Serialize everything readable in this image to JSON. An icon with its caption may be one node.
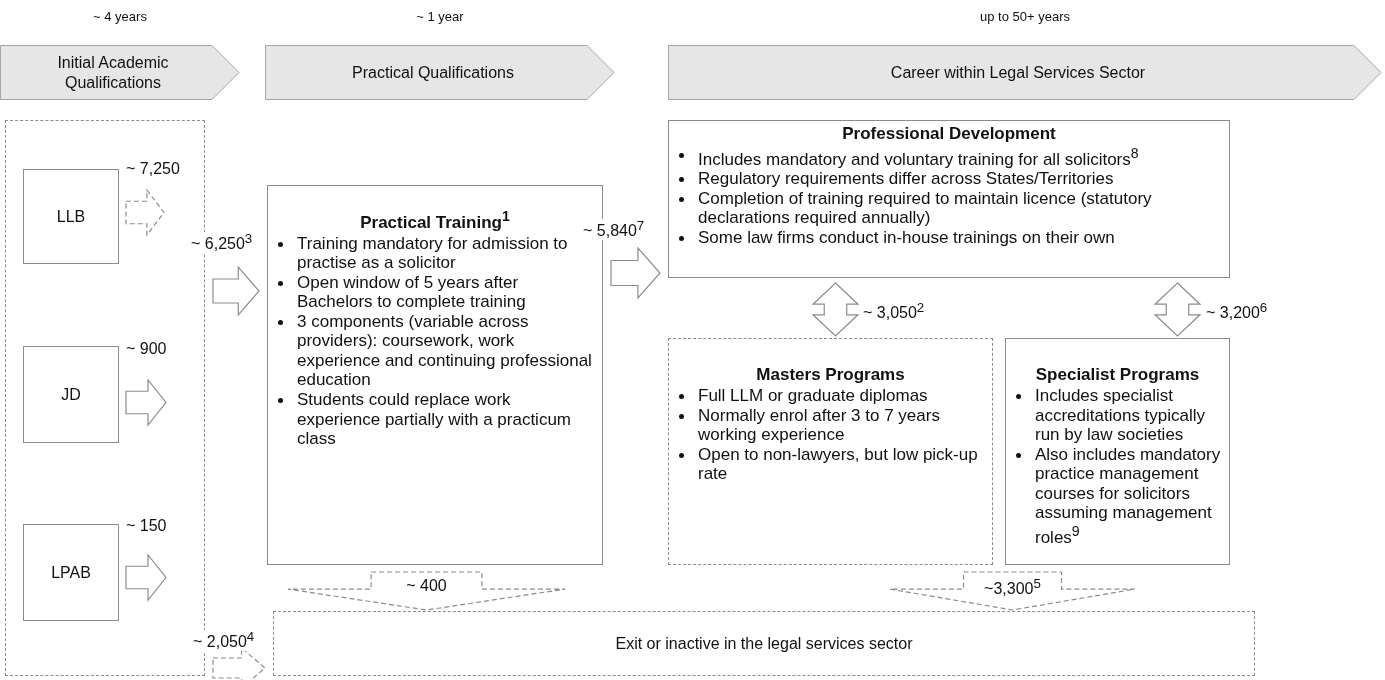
{
  "diagram": {
    "nodes": [
      {
        "text": [
          "Initial Academic Qualifications"
        ],
        "beside": [
          "~ 4 years"
        ]
      },
      {
        "text": [
          "Practical Qualifications"
        ],
        "beside": [
          "~ 1 year"
        ]
      },
      {
        "text": [
          "Career within Legal Services Sector"
        ],
        "beside": [
          "up to 50+ years"
        ]
      },
      {
        "text": [],
        "shape": "box"
      },
      {
        "text": [
          "LLB"
        ],
        "in": 3
      },
      {
        "text": [
          "JD"
        ],
        "in": 3
      },
      {
        "text": [
          "LPAB"
        ],
        "in": 3
      },
      {
        "text": [
          "Practical Training$^{1}$",
          "Training mandatory for admission to practise as a solicitor",
          "Open window of 5 years after Bachelors to complete training",
          "3 components (variable across providers): coursework, work experience and continuing professional education",
          "Students could replace work experience partially with a practicum class"
        ]
      },
      {
        "text": [
          "Professional Development",
          "Includes mandatory and voluntary training for all solicitors$^{8}$",
          "Regulatory requirements differ across States/Territories",
          "Completion of training required to maintain licence (statutory declarations required annually)",
          "Some law firms conduct in-house trainings on their own"
        ]
      },
      {
        "text": [
          "Masters Programs",
          "Full LLM or graduate diplomas",
          "Normally enrol after 3 to 7 years working experience",
          "Open to non-lawyers, but low pick-up rate"
        ]
      },
      {
        "text": [
          "Specialist Programs",
          "Includes specialist accreditations typically run by law societies",
          "Also includes mandatory practice management courses for solicitors assuming management roles$^{9}$"
        ]
      },
      {
        "text": [
          "Exit or inactive in the legal services sector"
        ]
      }
    ],
    "edges": [
      {
        "from": 4,
        "to": null,
        "arrow": "to",
        "label": "~ 7,250",
        "style": "dashed"
      },
      {
        "from": 5,
        "to": null,
        "arrow": "to",
        "label": "~ 900"
      },
      {
        "from": 6,
        "to": null,
        "arrow": "to",
        "label": "~ 150"
      },
      {
        "from": 3,
        "to": 7,
        "arrow": "to",
        "label": "~ 6,250$^{3}$"
      },
      {
        "from": 7,
        "to": 8,
        "arrow": "to",
        "label": "~ 5,840$^{7}$"
      },
      {
        "from": 8,
        "to": 9,
        "arrow": "both",
        "label": "~ 3,050$^{2}$"
      },
      {
        "from": 8,
        "to": 10,
        "arrow": "both",
        "label": "~ 3,200$^{6}$"
      },
      {
        "from": 7,
        "to": 11,
        "arrow": "to",
        "label": "~ 400",
        "style": "dashed"
      },
      {
        "from": 9,
        "to": 11,
        "arrow": "to",
        "label": "~3,300$^{5}$",
        "style": "dashed"
      },
      {
        "from": 10,
        "to": 11,
        "arrow": "to",
        "style": "dashed"
      },
      {
        "from": 3,
        "to": 11,
        "arrow": "to",
        "label": "~ 2,050$^{4}$",
        "style": "dashed"
      }
    ]
  }
}
